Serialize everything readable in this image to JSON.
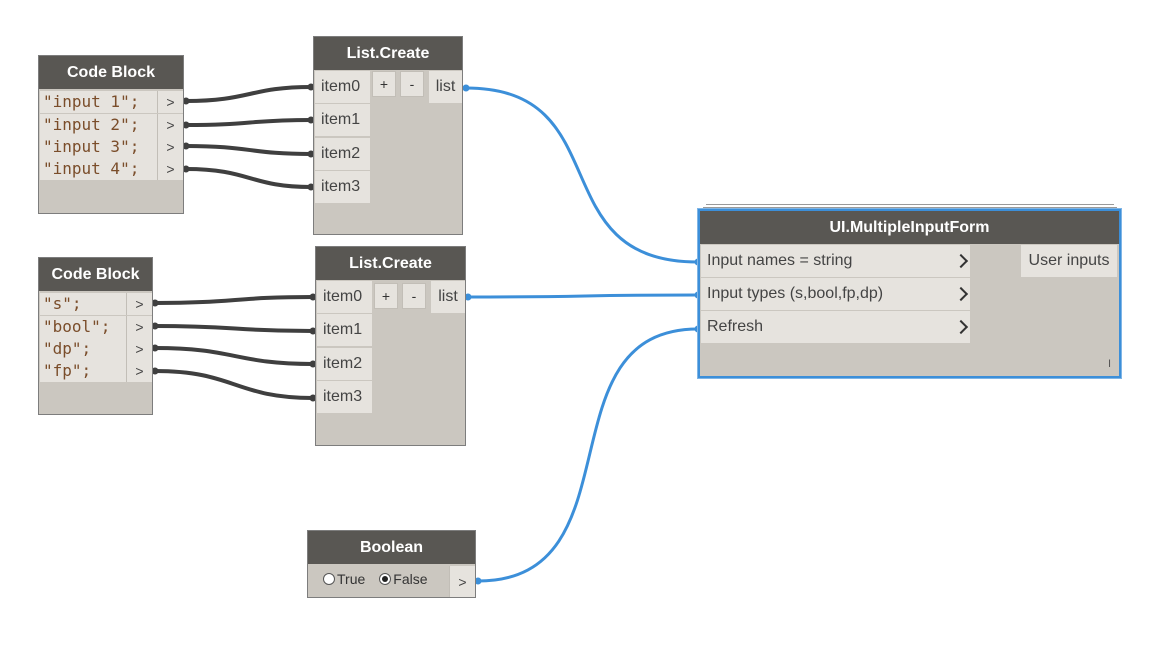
{
  "colors": {
    "node_header": "#595753",
    "node_body": "#cbc7c0",
    "port_background": "#e6e3de",
    "wire_dark": "#3f3f3f",
    "wire_blue": "#3c8fd9",
    "code_string": "#7a4d2a"
  },
  "code_block_1": {
    "title": "Code Block",
    "lines": [
      "\"input 1\";",
      "\"input 2\";",
      "\"input 3\";",
      "\"input 4\";"
    ],
    "out_glyph": ">"
  },
  "code_block_2": {
    "title": "Code Block",
    "lines": [
      "\"s\";",
      "\"bool\";",
      "\"dp\";",
      "\"fp\";"
    ],
    "out_glyph": ">"
  },
  "list_create_1": {
    "title": "List.Create",
    "inputs": [
      "item0",
      "item1",
      "item2",
      "item3"
    ],
    "add_label": "+",
    "remove_label": "-",
    "output": "list"
  },
  "list_create_2": {
    "title": "List.Create",
    "inputs": [
      "item0",
      "item1",
      "item2",
      "item3"
    ],
    "add_label": "+",
    "remove_label": "-",
    "output": "list"
  },
  "form": {
    "title": "UI.MultipleInputForm",
    "inputs": [
      "Input names = string",
      "Input types (s,bool,fp,dp)",
      "Refresh"
    ],
    "output": "User inputs",
    "footer_mark": "I"
  },
  "boolean_node": {
    "title": "Boolean",
    "true_label": "True",
    "false_label": "False",
    "selected": "False",
    "out_glyph": ">"
  }
}
